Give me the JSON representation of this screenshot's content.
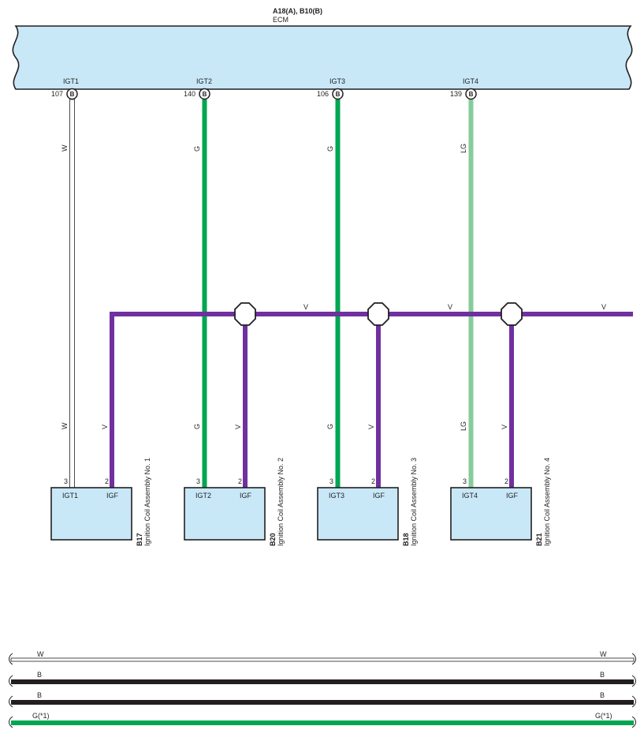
{
  "ecm": {
    "connector_label": "A18(A), B10(B)",
    "name": "ECM",
    "pins": [
      {
        "signal": "IGT1",
        "pin": "107",
        "connector": "B",
        "wire": "W"
      },
      {
        "signal": "IGT2",
        "pin": "140",
        "connector": "B",
        "wire": "G"
      },
      {
        "signal": "IGT3",
        "pin": "106",
        "connector": "B",
        "wire": "G"
      },
      {
        "signal": "IGT4",
        "pin": "139",
        "connector": "B",
        "wire": "LG"
      }
    ]
  },
  "igf_bus": {
    "wire": "V",
    "labels": [
      "V",
      "V",
      "V"
    ]
  },
  "coils": [
    {
      "code": "B17",
      "name": "Ignition Coil Assembly No. 1",
      "pin_igt": "3",
      "pin_igf": "2",
      "label_igt": "IGT1",
      "label_igf": "IGF",
      "wire_igt": "W",
      "wire_igf": "V"
    },
    {
      "code": "B20",
      "name": "Ignition Coil Assembly No. 2",
      "pin_igt": "3",
      "pin_igf": "2",
      "label_igt": "IGT2",
      "label_igf": "IGF",
      "wire_igt": "G",
      "wire_igf": "V"
    },
    {
      "code": "B18",
      "name": "Ignition Coil Assembly No. 3",
      "pin_igt": "3",
      "pin_igf": "2",
      "label_igt": "IGT3",
      "label_igf": "IGF",
      "wire_igt": "G",
      "wire_igf": "V"
    },
    {
      "code": "B21",
      "name": "Ignition Coil Assembly No. 4",
      "pin_igt": "3",
      "pin_igf": "2",
      "label_igt": "IGT4",
      "label_igf": "IGF",
      "wire_igt": "LG",
      "wire_igf": "V"
    }
  ],
  "bottom_wires": [
    {
      "left": "W",
      "right": "W",
      "color": "#ffffff"
    },
    {
      "left": "B",
      "right": "B",
      "color": "#231f20"
    },
    {
      "left": "B",
      "right": "B",
      "color": "#231f20"
    },
    {
      "left": "G(*1)",
      "right": "G(*1)",
      "color": "#00a651"
    }
  ],
  "colors": {
    "box_fill": "#c8e8f8",
    "green": "#00a651",
    "light_green": "#86cc9a",
    "violet": "#7030a0",
    "black": "#231f20"
  }
}
